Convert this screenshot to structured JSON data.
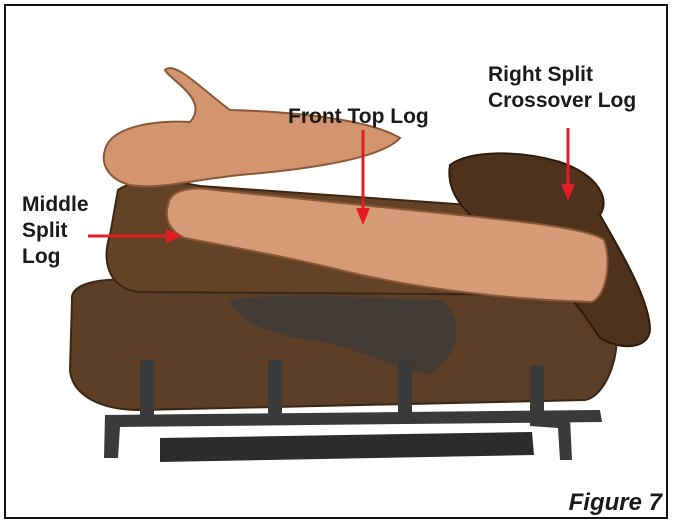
{
  "labels": {
    "front_top_log": "Front Top Log",
    "right_split_crossover_log": "Right Split\nCrossover Log",
    "middle_split_log": "Middle\nSplit\nLog"
  },
  "caption": "Figure 7",
  "colors": {
    "arrow": "#e31b23",
    "front_log": "#d59b76",
    "dark_log": "#5a3a22",
    "grate": "#3a3a3a",
    "frame": "#111111"
  }
}
